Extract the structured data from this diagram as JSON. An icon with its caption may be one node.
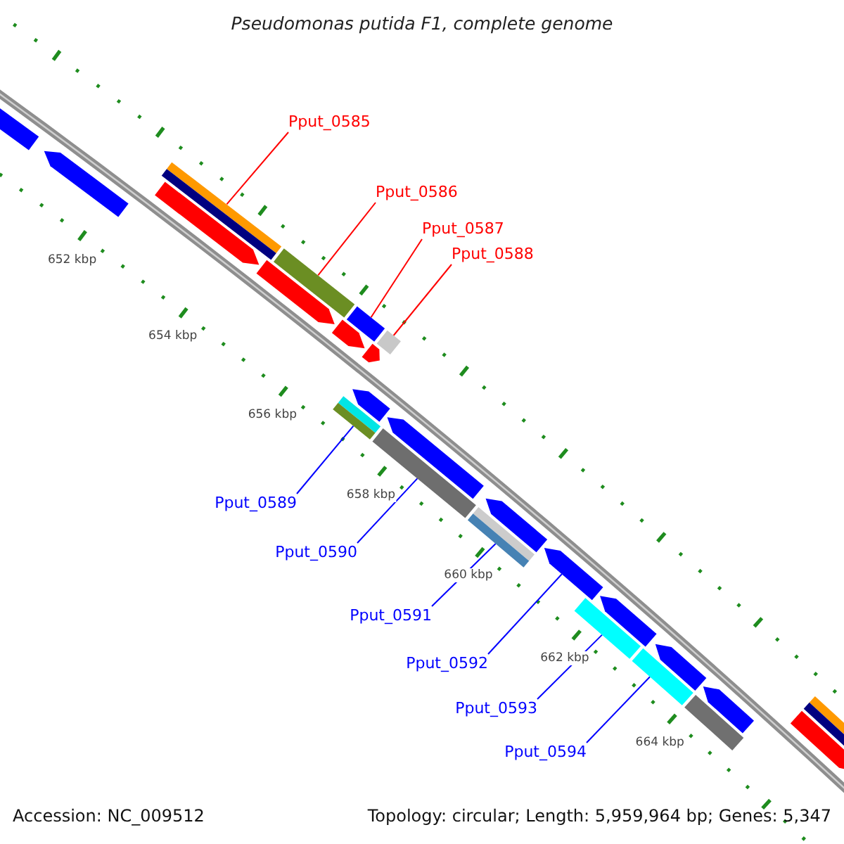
{
  "diagram": {
    "title": "Pseudomonas putida F1, complete genome",
    "nodes": [
      {
        "text": [
          "Pput_0585"
        ]
      },
      {
        "text": [
          "Pput_0586"
        ]
      },
      {
        "text": [
          "Pput_0587"
        ]
      },
      {
        "text": [
          "Pput_0588"
        ]
      },
      {
        "text": [
          "Pput_0589"
        ]
      },
      {
        "text": [
          "Pput_0590"
        ]
      },
      {
        "text": [
          "Pput_0591"
        ]
      },
      {
        "text": [
          "Pput_0592"
        ]
      },
      {
        "text": [
          "Pput_0593"
        ]
      },
      {
        "text": [
          "Pput_0594"
        ]
      },
      {
        "text": [],
        "shape": "pentagon"
      },
      {
        "text": [],
        "shape": "pentagon"
      },
      {
        "text": [],
        "shape": "bar"
      },
      {
        "text": [],
        "shape": "pentagon"
      },
      {
        "text": [],
        "shape": "pentagon"
      },
      {
        "text": [],
        "shape": "bar"
      },
      {
        "text": [],
        "shape": "pentagon"
      },
      {
        "text": [],
        "shape": "bar"
      },
      {
        "text": [],
        "shape": "pentagon"
      },
      {
        "text": [],
        "shape": "bar"
      },
      {
        "text": [],
        "shape": "bar"
      },
      {
        "text": [],
        "shape": "pentagon"
      },
      {
        "text": [],
        "shape": "pentagon"
      },
      {
        "text": [],
        "shape": "bar"
      },
      {
        "text": [],
        "shape": "pentagon"
      },
      {
        "text": [],
        "shape": "bar"
      },
      {
        "text": [],
        "shape": "pentagon"
      },
      {
        "text": [],
        "shape": "bar"
      },
      {
        "text": [],
        "shape": "pentagon"
      },
      {
        "text": [],
        "shape": "bar"
      },
      {
        "text": [],
        "shape": "pentagon"
      },
      {
        "text": [],
        "shape": "pentagon"
      },
      {
        "text": [],
        "shape": "bar"
      },
      {
        "text": [],
        "shape": "bar"
      },
      {
        "text": [],
        "shape": "pentagon"
      }
    ],
    "edges": [
      {
        "from": 0,
        "to": 12,
        "arrow": "none",
        "color": "#ff0000"
      },
      {
        "from": 1,
        "to": 15,
        "arrow": "none",
        "color": "#ff0000"
      },
      {
        "from": 2,
        "to": 17,
        "arrow": "none",
        "color": "#ff0000"
      },
      {
        "from": 3,
        "to": 19,
        "arrow": "none",
        "color": "#ff0000"
      },
      {
        "from": 4,
        "to": 20,
        "arrow": "none"
      },
      {
        "from": 5,
        "to": 23,
        "arrow": "none"
      },
      {
        "from": 6,
        "to": 25,
        "arrow": "none"
      },
      {
        "from": 7,
        "to": 26,
        "arrow": "none"
      },
      {
        "from": 8,
        "to": 27,
        "arrow": "none"
      },
      {
        "from": 9,
        "to": 29,
        "arrow": "none"
      }
    ],
    "labels": [
      "652 kbp",
      "654 kbp",
      "656 kbp",
      "658 kbp",
      "660 kbp",
      "662 kbp",
      "664 kbp",
      "Accession: NC_009512",
      "Topology: circular; Length: 5,959,964 bp; Genes: 5,347"
    ]
  }
}
